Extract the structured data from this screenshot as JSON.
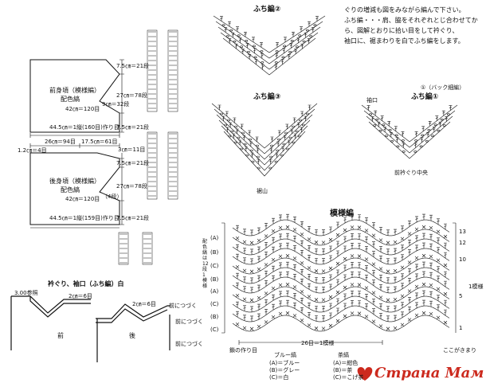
{
  "notes": {
    "lines": [
      "ぐりの増減も図をみながら編んで下さい。",
      "ふち編・・・肩、脇をそれぞれとじ合わせてか",
      "ら、図解とおりに拾い目をして衿ぐり、",
      "袖口に、裾まわりを白でふち編をします。"
    ]
  },
  "front": {
    "title": "前身頃（模様編）",
    "subtitle": "配色縞",
    "width_label": "42㎝＝120目",
    "bottom_label": "44.5㎝＝1縦(160目)作り目",
    "dims": [
      "7.5㎝＝21段",
      "27㎝＝78段",
      "9㎝＝32段",
      "7.5㎝＝21段"
    ]
  },
  "back": {
    "title": "後身頃（模様編）",
    "subtitle": "配色縞",
    "width_label": "42㎝＝120目",
    "bottom_label": "44.5㎝＝1縦(159目)作り目",
    "dims": [
      "7.5㎝＝21段",
      "27㎝＝78段",
      "（4段）",
      "7.5㎝＝21段"
    ],
    "top_labels": [
      "26㎝＝94目",
      "17.5㎝＝61目",
      "3㎝＝11目",
      "1.2㎝＝4目"
    ]
  },
  "neck": {
    "title": "衿ぐり、袖口（ふち編）白",
    "labels": [
      "3.00参照",
      "2㎝＝6目",
      "2㎝＝6目",
      "前につづく",
      "前につづく",
      "前につづく"
    ],
    "front_label": "前",
    "back_label": "後"
  },
  "edgings": {
    "e2": "ふち編②",
    "e3": "ふち編③",
    "e1": "ふち編①",
    "e1_note": "①（バック細編）",
    "e1_side": "袖口",
    "e1_center": "前衿ぐり中央",
    "e3_bottom": "裾山"
  },
  "pattern": {
    "title": "模様編",
    "left_labels": [
      "(A)",
      "(B)",
      "(C)",
      "(B)",
      "(A)",
      "(C)",
      "(B)",
      "(C)"
    ],
    "row_numbers": [
      "13",
      "12",
      "10",
      "5",
      "1"
    ],
    "right_side": "1模様",
    "repeat_label": "26目＝1模様",
    "start_label": "鎖の作り目",
    "right_bottom": "ここがきまり",
    "vertical_note": "配色縞は12段1模様",
    "legend_title_left": "ブルー縞",
    "legend_title_right": "茶縞",
    "legend_left": [
      "(A)＝ブルー",
      "(B)＝グレー",
      "(C)＝白"
    ],
    "legend_right": [
      "(A)＝紺色",
      "(B)＝茶",
      "(C)＝こげ茶"
    ]
  },
  "watermark": "Страна Мам",
  "colors": {
    "ink": "#111111",
    "watermark": "#cc2a1e"
  }
}
